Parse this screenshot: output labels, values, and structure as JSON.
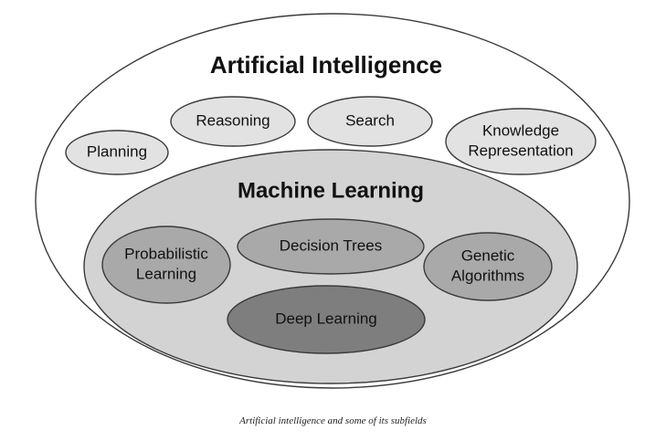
{
  "diagram": {
    "outer": {
      "title": "Artificial Intelligence",
      "fill": "#ffffff"
    },
    "ai_subfields": [
      {
        "id": "planning",
        "lines": [
          "Planning"
        ],
        "fill": "#e2e2e2"
      },
      {
        "id": "reasoning",
        "lines": [
          "Reasoning"
        ],
        "fill": "#e2e2e2"
      },
      {
        "id": "search",
        "lines": [
          "Search"
        ],
        "fill": "#e2e2e2"
      },
      {
        "id": "knowledge-representation",
        "lines": [
          "Knowledge",
          "Representation"
        ],
        "fill": "#e2e2e2"
      }
    ],
    "machine_learning": {
      "title": "Machine Learning",
      "fill": "#d3d3d3",
      "subfields": [
        {
          "id": "probabilistic-learning",
          "lines": [
            "Probabilistic",
            "Learning"
          ],
          "fill": "#a9a9a9"
        },
        {
          "id": "decision-trees",
          "lines": [
            "Decision Trees"
          ],
          "fill": "#a9a9a9"
        },
        {
          "id": "genetic-algorithms",
          "lines": [
            "Genetic",
            "Algorithms"
          ],
          "fill": "#a9a9a9"
        },
        {
          "id": "deep-learning",
          "lines": [
            "Deep Learning"
          ],
          "fill": "#7e7e7e"
        }
      ]
    }
  },
  "caption": "Artificial intelligence and some of its subfields"
}
